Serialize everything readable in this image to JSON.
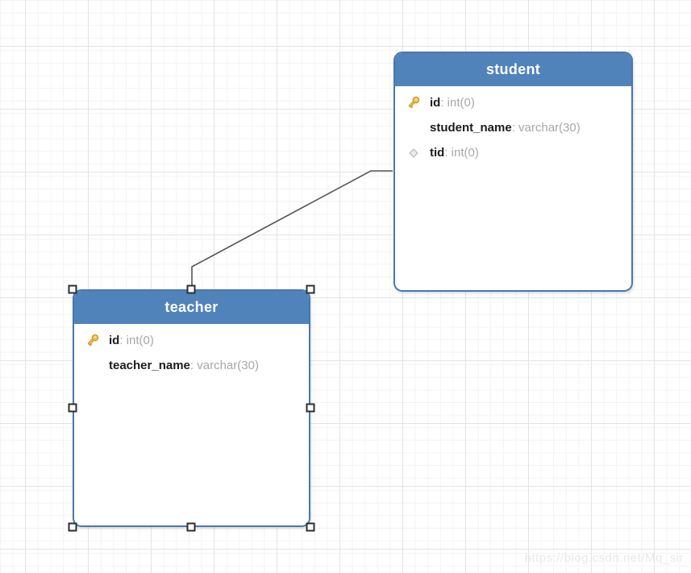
{
  "diagram": {
    "watermark": "https://blog.csdn.net/Mq_sir"
  },
  "colors": {
    "table_header_blue": "#5083ba",
    "table_border_blue": "#4878b0",
    "connector_gray": "#555555",
    "primary_key_gold": "#f2c34e",
    "diamond_gray": "#ececec",
    "grid_minor": "#f3f3f3",
    "grid_major": "#e4e4e4",
    "field_name_color": "#1c1c1c",
    "field_type_color": "#a8a8a8",
    "watermark_color": "#e9e9e9"
  },
  "tables": [
    {
      "name": "student",
      "selected": false,
      "columns": [
        {
          "icon": "primary-key",
          "name": "id",
          "type_label": ": int(0)"
        },
        {
          "icon": "none",
          "name": "student_name",
          "type_label": ": varchar(30)"
        },
        {
          "icon": "diamond",
          "name": "tid",
          "type_label": ": int(0)"
        }
      ]
    },
    {
      "name": "teacher",
      "selected": true,
      "columns": [
        {
          "icon": "primary-key",
          "name": "id",
          "type_label": ": int(0)"
        },
        {
          "icon": "none",
          "name": "teacher_name",
          "type_label": ": varchar(30)"
        }
      ]
    }
  ],
  "relationship": {
    "from_table": "teacher",
    "from_column": "id",
    "to_table": "student",
    "to_column": "tid"
  }
}
